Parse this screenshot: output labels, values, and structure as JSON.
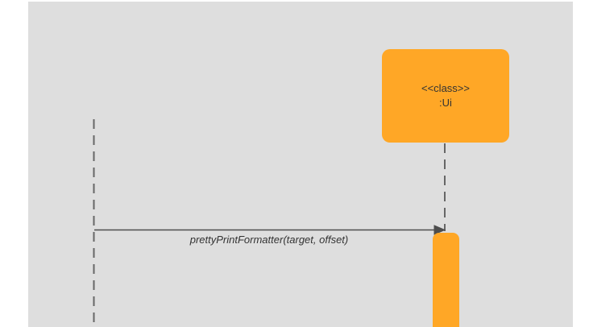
{
  "diagram": {
    "type": "uml-sequence-diagram",
    "actor": {
      "stereotype": "<<class>>",
      "name": ":Ui"
    },
    "message": {
      "label": "prettyPrintFormatter(target, offset)",
      "direction": "left-to-right"
    },
    "colors": {
      "shape_fill": "#ffa726",
      "canvas": "#dedede",
      "background": "#ffffff",
      "line": "#4d4d4d",
      "lifeline": "#666666",
      "text": "#333333"
    }
  }
}
